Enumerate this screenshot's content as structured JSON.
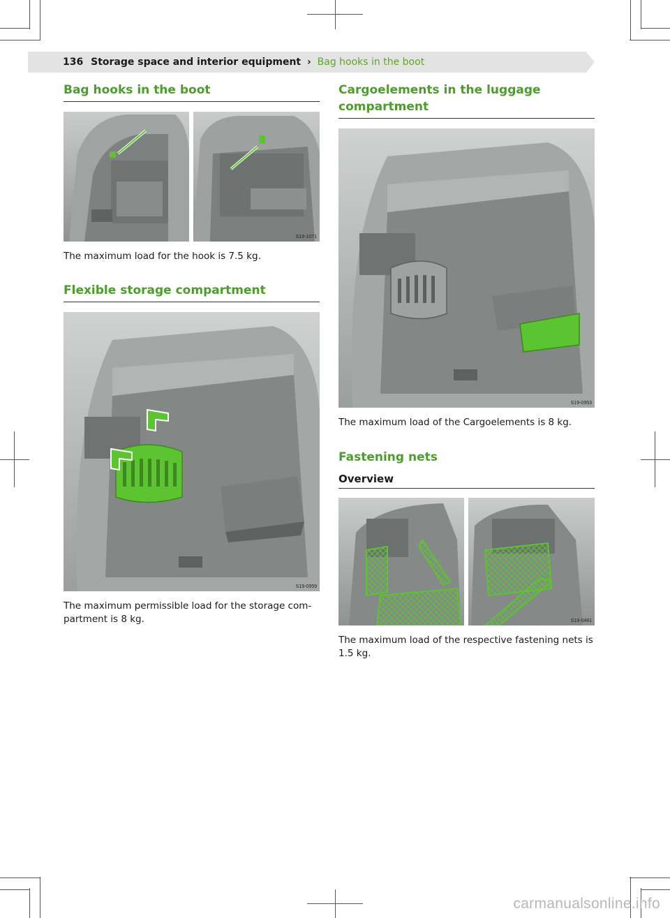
{
  "header": {
    "page_number": "136",
    "section": "Storage space and interior equipment",
    "separator": "›",
    "subsection": "Bag hooks in the boot"
  },
  "left": {
    "bag_hooks": {
      "title": "Bag hooks in the boot",
      "figure_id": "S19-1071",
      "text": "The maximum load for the hook is 7.5 kg."
    },
    "flexible": {
      "title": "Flexible storage compartment",
      "figure_id": "S19-0959",
      "text": "The maximum permissible load for the storage com-partment is 8 kg."
    }
  },
  "right": {
    "cargo": {
      "title": "Cargoelements in the luggage compartment",
      "figure_id": "S19-0953",
      "text": "The maximum load of the Cargoelements is 8 kg."
    },
    "nets": {
      "title": "Fastening nets",
      "subtitle": "Overview",
      "figure_id": "S19-0481",
      "text": "The maximum load of the respective fastening nets is 1.5 kg."
    }
  },
  "watermark": "carmanualsonline.info",
  "colors": {
    "accent": "#4b9e2a",
    "highlight": "#5cc331",
    "header_band": "#e3e3e3"
  }
}
